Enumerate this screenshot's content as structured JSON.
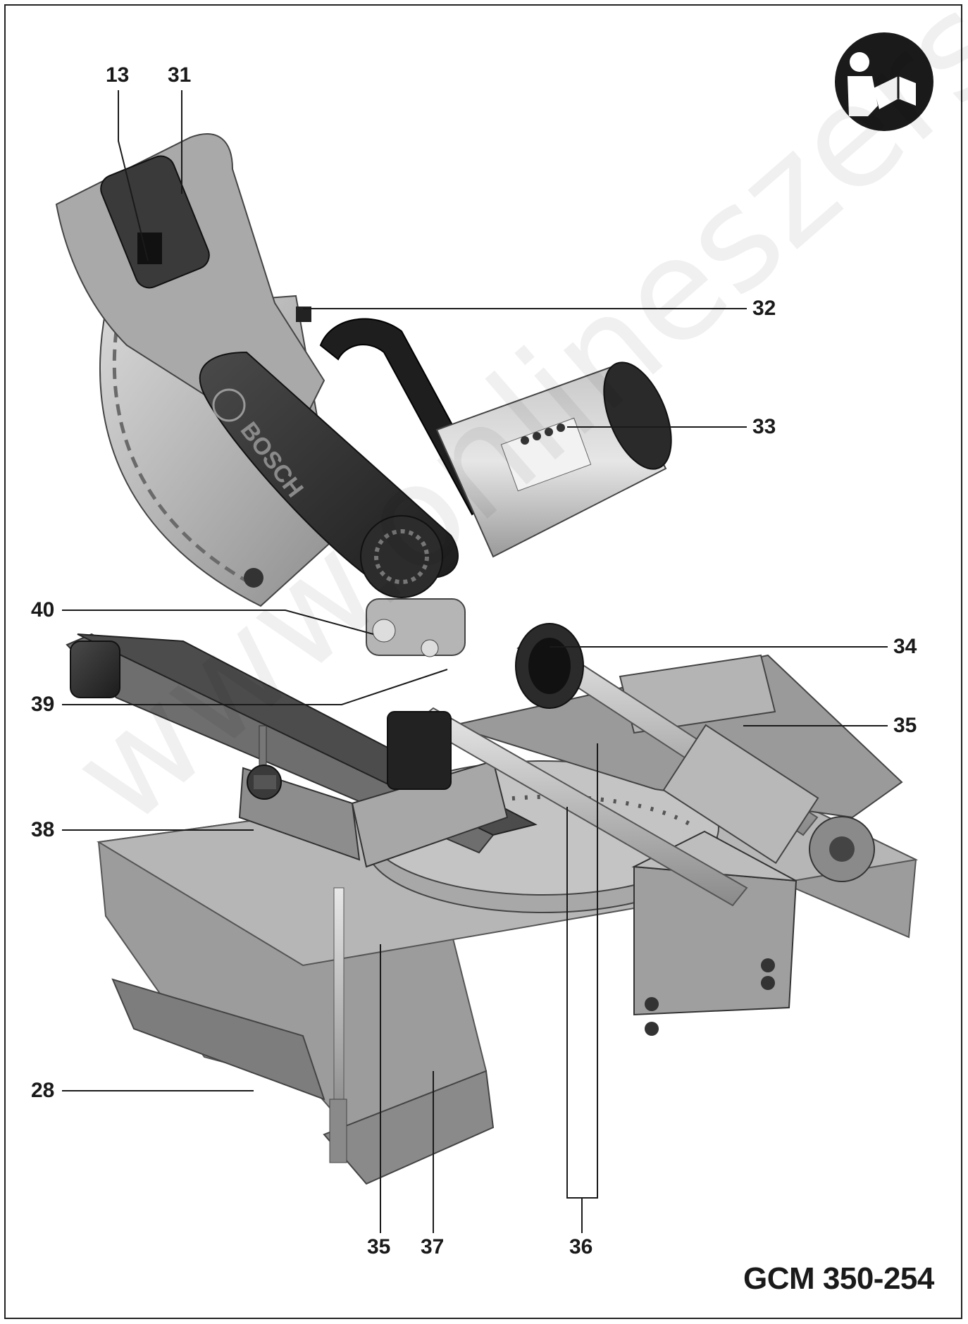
{
  "model": "GCM 350-254",
  "watermark": "www.onlineszerszam.hu",
  "brand_text": "BOSCH",
  "callouts": [
    {
      "id": "13",
      "label": "13"
    },
    {
      "id": "31",
      "label": "31"
    },
    {
      "id": "32",
      "label": "32"
    },
    {
      "id": "33",
      "label": "33"
    },
    {
      "id": "40",
      "label": "40"
    },
    {
      "id": "34",
      "label": "34"
    },
    {
      "id": "39",
      "label": "39"
    },
    {
      "id": "35-right",
      "label": "35"
    },
    {
      "id": "38",
      "label": "38"
    },
    {
      "id": "28",
      "label": "28"
    },
    {
      "id": "35-bottom",
      "label": "35"
    },
    {
      "id": "37",
      "label": "37"
    },
    {
      "id": "36",
      "label": "36"
    }
  ],
  "icons": {
    "manual": "read-manual-icon"
  }
}
